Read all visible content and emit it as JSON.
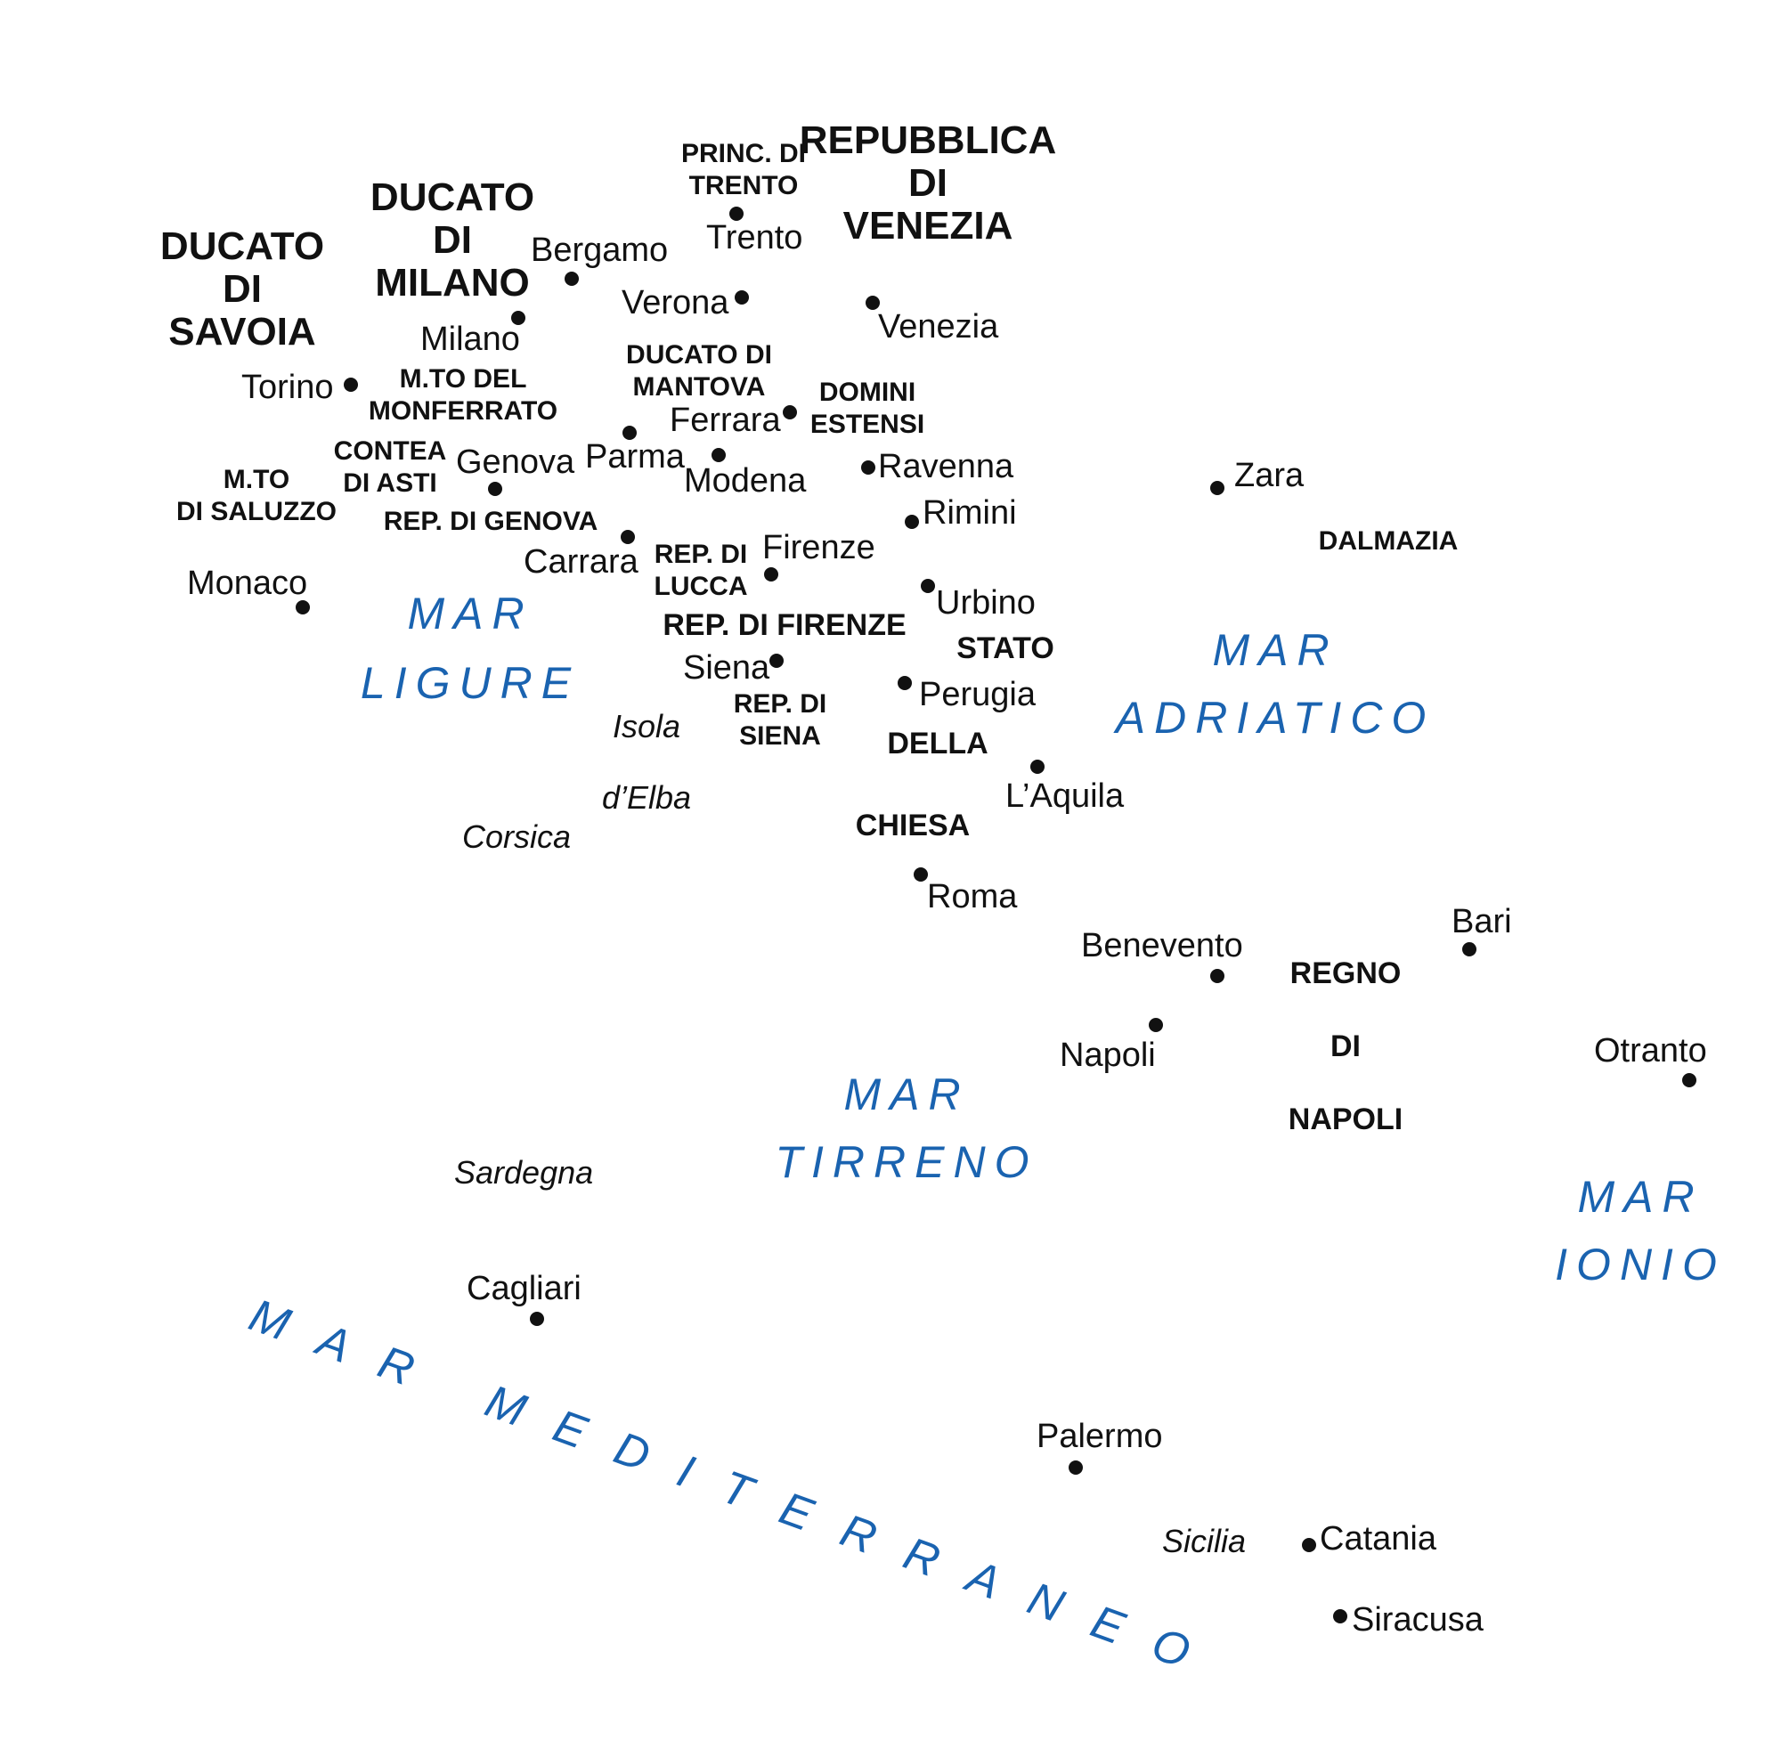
{
  "colors": {
    "sea": "#1a63b0",
    "text": "#111111",
    "background": "#ffffff"
  },
  "states": {
    "savoia": [
      "DUCATO",
      "DI",
      "SAVOIA"
    ],
    "milano": [
      "DUCATO",
      "DI",
      "MILANO"
    ],
    "trento": [
      "PRINC. DI",
      "TRENTO"
    ],
    "venezia": [
      "REPUBBLICA",
      "DI",
      "VENEZIA"
    ],
    "mantova": [
      "DUCATO DI",
      "MANTOVA"
    ],
    "estensi": [
      "DOMINI",
      "ESTENSI"
    ],
    "monferrato": [
      "M.TO DEL",
      "MONFERRATO"
    ],
    "asti": [
      "CONTEA",
      "DI ASTI"
    ],
    "saluzzo": [
      "M.TO",
      "DI SALUZZO"
    ],
    "genova": "REP. DI GENOVA",
    "lucca": [
      "REP. DI",
      "LUCCA"
    ],
    "firenze": "REP. DI FIRENZE",
    "siena": [
      "REP. DI",
      "SIENA"
    ],
    "stato": "STATO",
    "della": "DELLA",
    "chiesa": "CHIESA",
    "napoli": [
      "REGNO",
      "DI",
      "NAPOLI"
    ],
    "dalmazia": "DALMAZIA"
  },
  "cities": {
    "trento": "Trento",
    "bergamo": "Bergamo",
    "verona": "Verona",
    "venezia": "Venezia",
    "milano": "Milano",
    "torino": "Torino",
    "ferrara": "Ferrara",
    "parma": "Parma",
    "genova": "Genova",
    "modena": "Modena",
    "ravenna": "Ravenna",
    "rimini": "Rimini",
    "zara": "Zara",
    "carrara": "Carrara",
    "firenze": "Firenze",
    "monaco": "Monaco",
    "urbino": "Urbino",
    "siena": "Siena",
    "perugia": "Perugia",
    "laquila": "L’Aquila",
    "roma": "Roma",
    "bari": "Bari",
    "benevento": "Benevento",
    "napoli": "Napoli",
    "otranto": "Otranto",
    "cagliari": "Cagliari",
    "palermo": "Palermo",
    "catania": "Catania",
    "siracusa": "Siracusa"
  },
  "islands": {
    "elba": [
      "Isola",
      "d’Elba"
    ],
    "corsica": "Corsica",
    "sardegna": "Sardegna",
    "sicilia": "Sicilia"
  },
  "seas": {
    "ligure": [
      "MAR",
      "LIGURE"
    ],
    "adriatico": [
      "MAR",
      "ADRIATICO"
    ],
    "tirreno": [
      "MAR",
      "TIRRENO"
    ],
    "ionio": [
      "MAR",
      "IONIO"
    ],
    "mediterraneo": "MAR MEDITERRANEO"
  }
}
